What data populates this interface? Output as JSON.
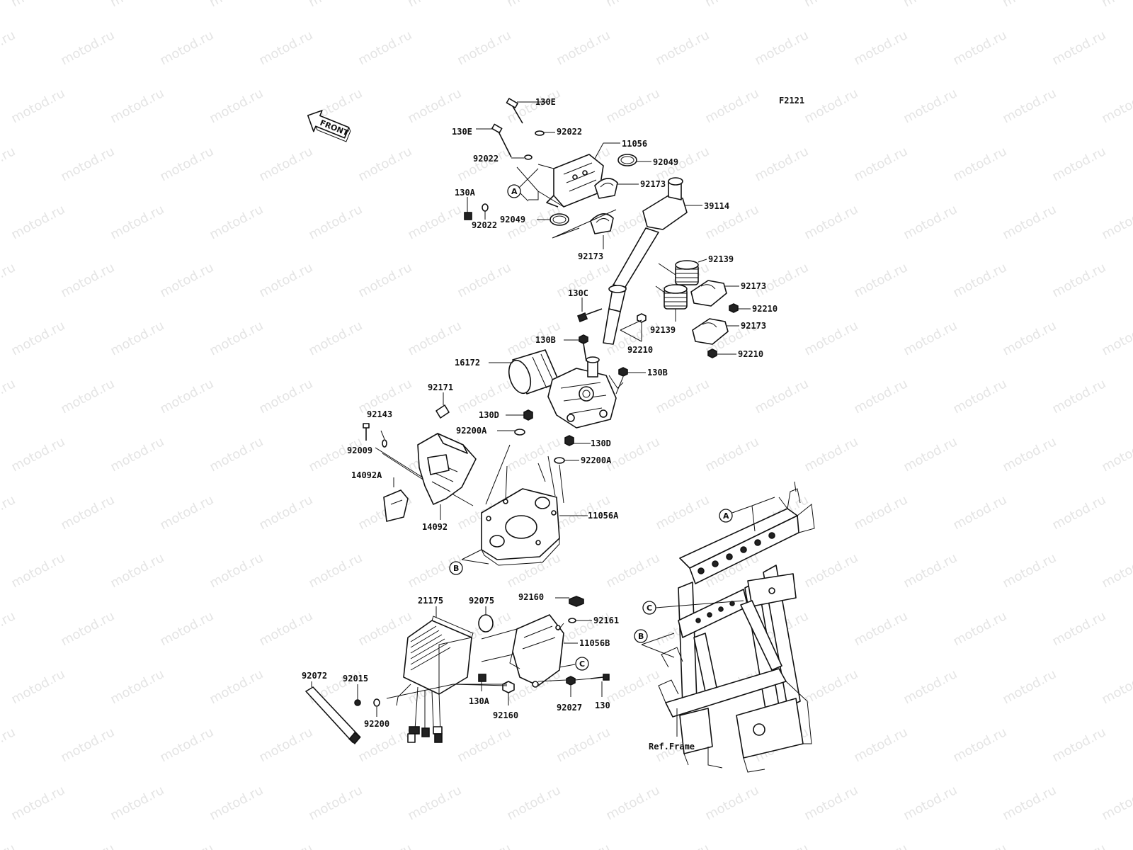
{
  "diagram": {
    "figure_code": "F2121",
    "front_label": "FRONT",
    "ref_frame_label": "Ref.Frame",
    "watermark": "motod.ru",
    "callouts": {
      "a": "A",
      "b": "B",
      "c": "C"
    },
    "part_labels": [
      "130E",
      "130E",
      "92022",
      "11056",
      "92022",
      "92049",
      "130A",
      "92022",
      "92049",
      "92173",
      "39114",
      "92173",
      "92139",
      "92173",
      "130C",
      "92210",
      "92139",
      "92173",
      "130B",
      "92210",
      "92210",
      "16172",
      "130B",
      "92171",
      "130D",
      "92143",
      "92200A",
      "92009",
      "130D",
      "92200A",
      "14092A",
      "11056A",
      "14092",
      "92160",
      "21175",
      "92075",
      "92161",
      "11056B",
      "92072",
      "92015",
      "130A",
      "92027",
      "130",
      "92160",
      "92200"
    ]
  }
}
